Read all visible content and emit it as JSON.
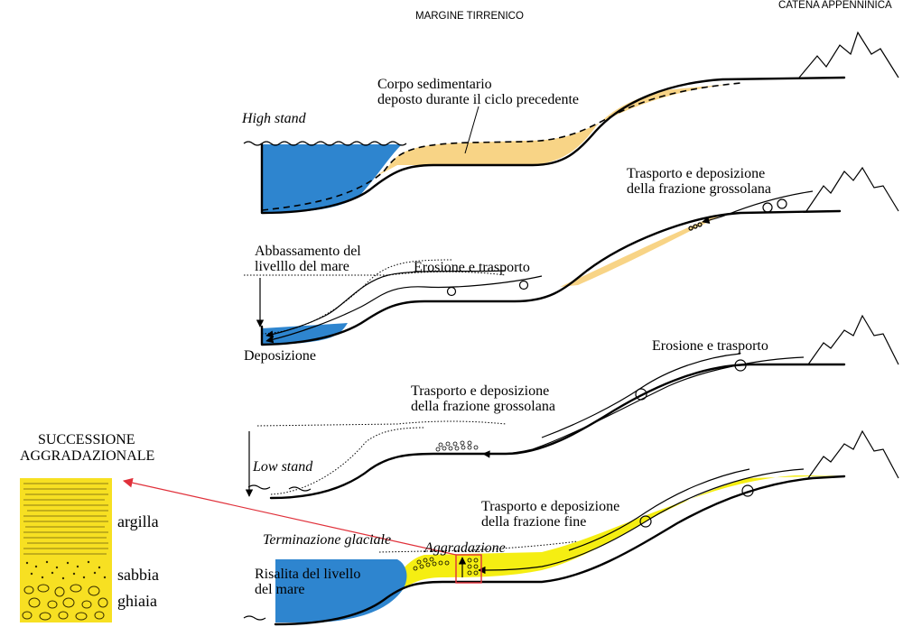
{
  "header": {
    "center_title": "MARGINE TIRRENICO",
    "right_title": "CATENA APPENNINICA"
  },
  "panel1": {
    "stage_label": "High stand",
    "body_label_line1": "Corpo sedimentario",
    "body_label_line2": "deposto durante il ciclo precedente"
  },
  "panel2": {
    "sea_level_label_line1": "Abbassamento del",
    "sea_level_label_line2": "livelllo del mare",
    "transport_label_line1": "Trasporto e deposizione",
    "transport_label_line2": "della frazione grossolana",
    "erosion_label": "Erosione e trasporto",
    "deposition_label": "Deposizione"
  },
  "panel3": {
    "erosion_label": "Erosione e trasporto",
    "transport_label_line1": "Trasporto e deposizione",
    "transport_label_line2": "della frazione grossolana",
    "stage_label": "Low stand"
  },
  "panel4": {
    "transport_label_line1": "Trasporto e deposizione",
    "transport_label_line2": "della frazione fine",
    "stage_label": "Terminazione glaciale",
    "aggradation_label": "Aggradazione",
    "rise_label_line1": "Risalita del livello",
    "rise_label_line2": "del mare"
  },
  "succession": {
    "title_line1": "SUCCESSIONE",
    "title_line2": "AGGRADAZIONALE",
    "layers": [
      "argilla",
      "sabbia",
      "ghiaia"
    ]
  },
  "colors": {
    "sea": "#2e85cf",
    "old_sediment": "#f8d486",
    "new_sediment": "#f5ee12",
    "arrow": "#e0303a"
  }
}
